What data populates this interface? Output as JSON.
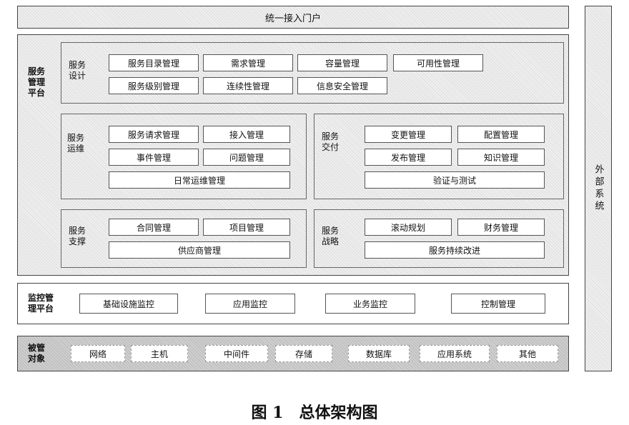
{
  "portal": "统一接入门户",
  "external": "外部系统",
  "service_mgmt": {
    "label": "服务\n管理\n平台",
    "design": {
      "label": "服务\n设计",
      "items": [
        "服务目录管理",
        "需求管理",
        "容量管理",
        "可用性管理",
        "服务级别管理",
        "连续性管理",
        "信息安全管理"
      ]
    },
    "ops": {
      "label": "服务\n运维",
      "items": [
        "服务请求管理",
        "接入管理",
        "事件管理",
        "问题管理",
        "日常运维管理"
      ]
    },
    "delivery": {
      "label": "服务\n交付",
      "items": [
        "变更管理",
        "配置管理",
        "发布管理",
        "知识管理",
        "验证与测试"
      ]
    },
    "support": {
      "label": "服务\n支撑",
      "items": [
        "合同管理",
        "项目管理",
        "供应商管理"
      ]
    },
    "strategy": {
      "label": "服务\n战略",
      "items": [
        "滚动规划",
        "财务管理",
        "服务持续改进"
      ]
    }
  },
  "monitor": {
    "label": "监控管\n理平台",
    "items": [
      "基础设施监控",
      "应用监控",
      "业务监控",
      "控制管理"
    ]
  },
  "managed": {
    "label": "被管\n对象",
    "items": [
      "网络",
      "主机",
      "中间件",
      "存储",
      "数据库",
      "应用系统",
      "其他"
    ]
  },
  "caption": "图 1　总体架构图"
}
